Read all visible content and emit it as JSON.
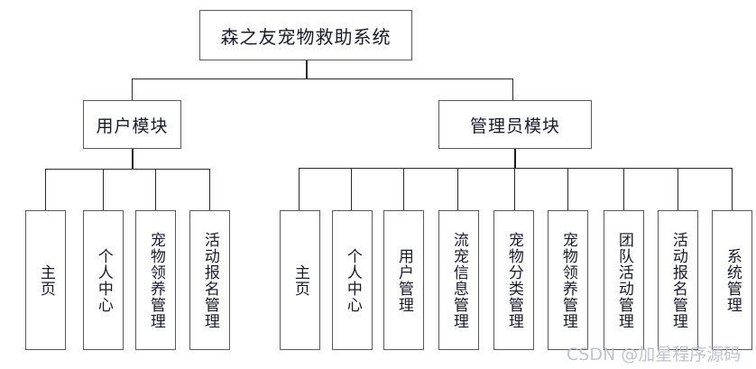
{
  "diagram": {
    "type": "org-chart",
    "title": "森之友宠物救助系统",
    "root": {
      "label": "森之友宠物救助系统"
    },
    "modules": [
      {
        "label": "用户模块"
      },
      {
        "label": "管理员模块"
      }
    ],
    "user_module_leaves": [
      {
        "label": "主页"
      },
      {
        "label": "个人中心"
      },
      {
        "label": "宠物领养管理"
      },
      {
        "label": "活动报名管理"
      }
    ],
    "admin_module_leaves": [
      {
        "label": "主页"
      },
      {
        "label": "个人中心"
      },
      {
        "label": "用户管理"
      },
      {
        "label": "流宠信息管理"
      },
      {
        "label": "宠物分类管理"
      },
      {
        "label": "宠物领养管理"
      },
      {
        "label": "团队活动管理"
      },
      {
        "label": "活动报名管理"
      },
      {
        "label": "系统管理"
      }
    ],
    "watermark": "CSDN @加星程序源码",
    "colors": {
      "box_border": "#5a5a5a",
      "line": "#2b2b2b",
      "text": "#1a1a2e",
      "background": "#ffffff",
      "watermark": "#b9bec7"
    }
  }
}
